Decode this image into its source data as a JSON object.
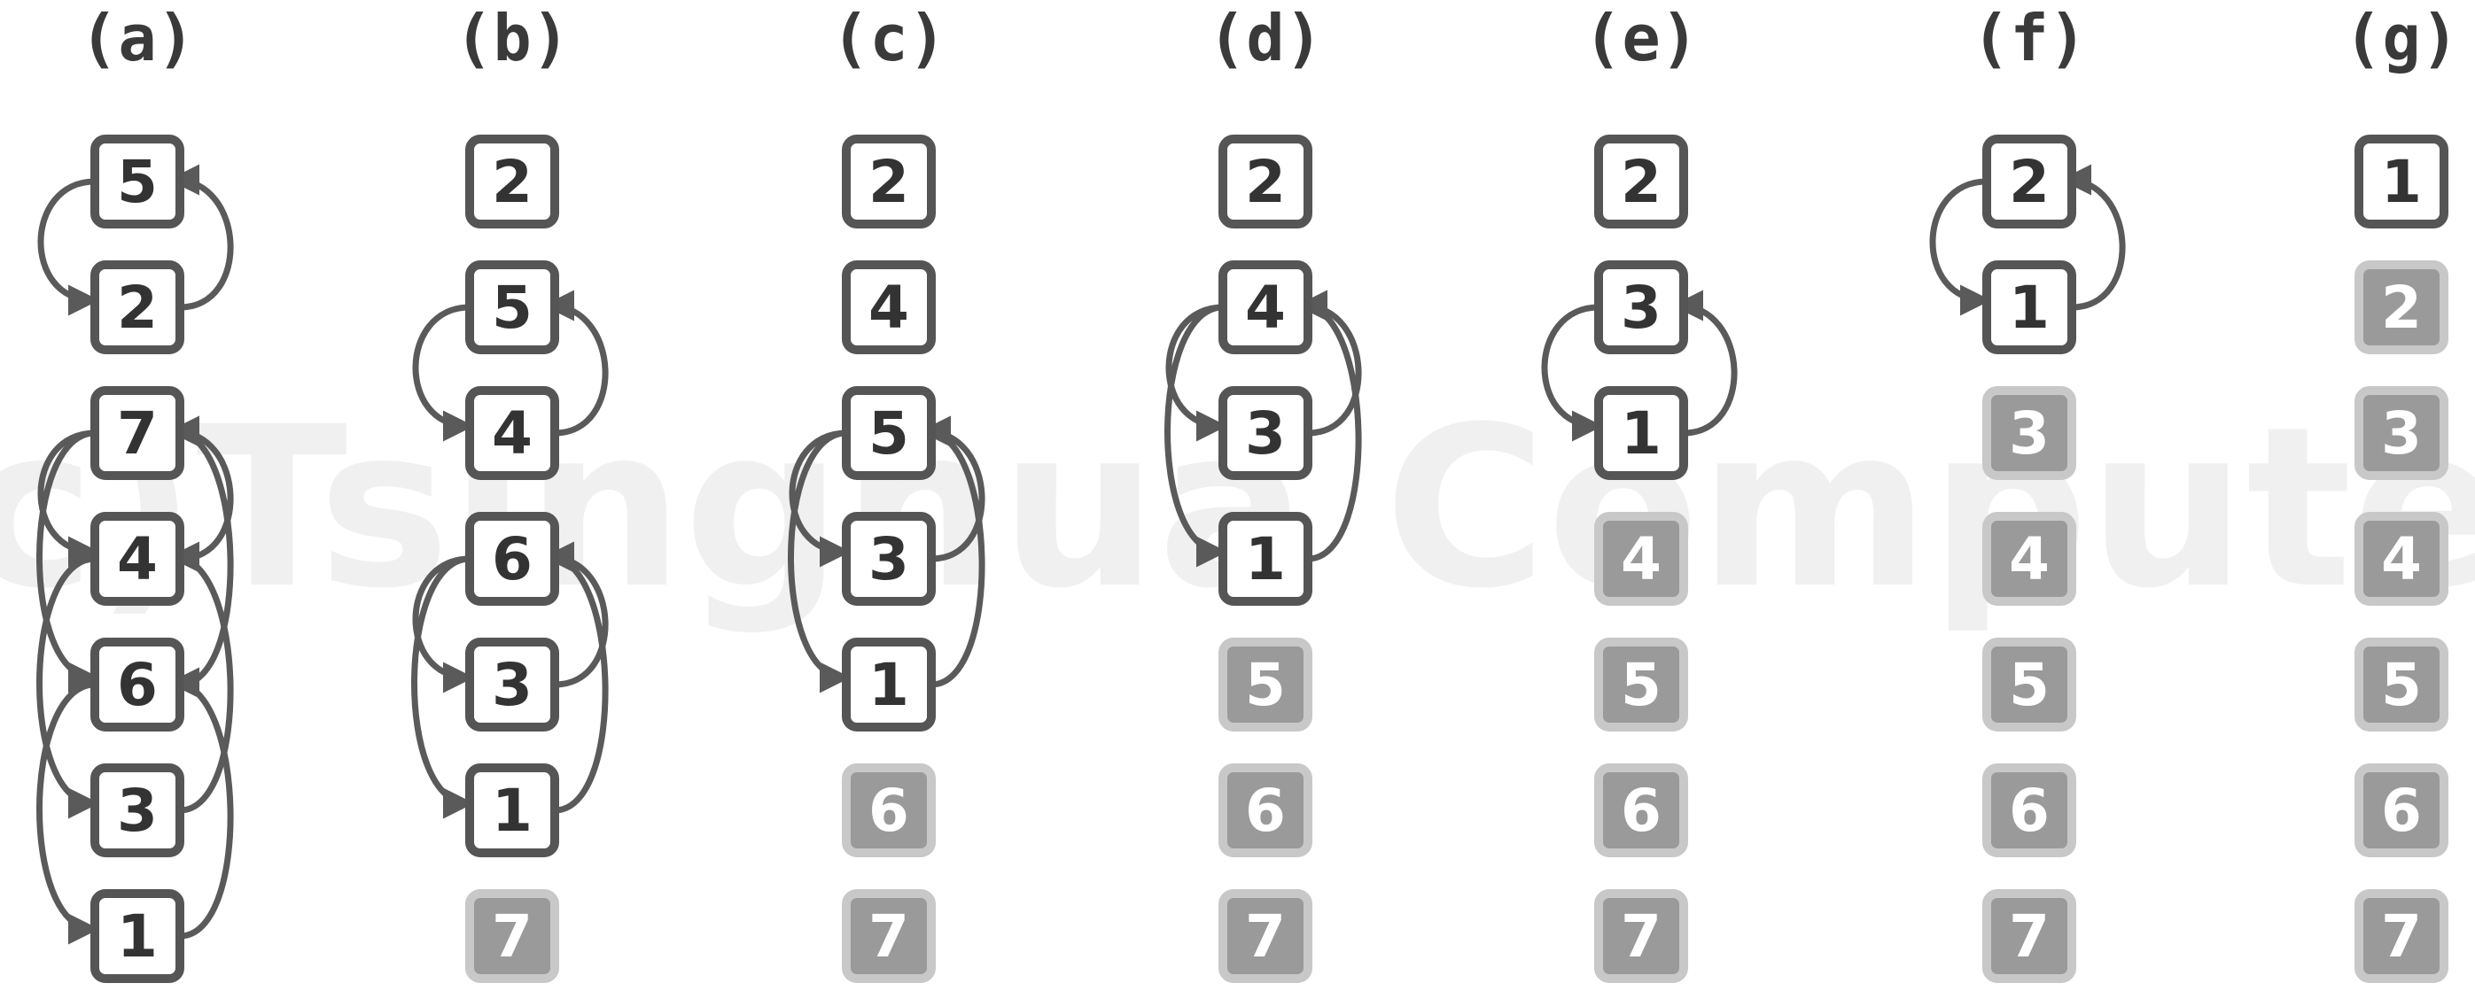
{
  "watermark": "(c)Tsinghua Computer",
  "colors": {
    "active_fill": "#ffffff",
    "active_stroke": "#555555",
    "sorted_fill": "#9a9a9a",
    "sorted_stroke": "#c8c8c8",
    "arrow": "#5a5a5a"
  },
  "columns": [
    {
      "label": "(a)",
      "boxes": [
        {
          "value": "5",
          "state": "active"
        },
        {
          "value": "2",
          "state": "active"
        },
        {
          "value": "7",
          "state": "active"
        },
        {
          "value": "4",
          "state": "active"
        },
        {
          "value": "6",
          "state": "active"
        },
        {
          "value": "3",
          "state": "active"
        },
        {
          "value": "1",
          "state": "active"
        }
      ],
      "links": [
        [
          0,
          1
        ],
        [
          2,
          3
        ],
        [
          2,
          4
        ],
        [
          3,
          5
        ],
        [
          4,
          6
        ]
      ]
    },
    {
      "label": "(b)",
      "boxes": [
        {
          "value": "2",
          "state": "active"
        },
        {
          "value": "5",
          "state": "active"
        },
        {
          "value": "4",
          "state": "active"
        },
        {
          "value": "6",
          "state": "active"
        },
        {
          "value": "3",
          "state": "active"
        },
        {
          "value": "1",
          "state": "active"
        },
        {
          "value": "7",
          "state": "sorted"
        }
      ],
      "links": [
        [
          1,
          2
        ],
        [
          3,
          4
        ],
        [
          3,
          5
        ]
      ]
    },
    {
      "label": "(c)",
      "boxes": [
        {
          "value": "2",
          "state": "active"
        },
        {
          "value": "4",
          "state": "active"
        },
        {
          "value": "5",
          "state": "active"
        },
        {
          "value": "3",
          "state": "active"
        },
        {
          "value": "1",
          "state": "active"
        },
        {
          "value": "6",
          "state": "sorted"
        },
        {
          "value": "7",
          "state": "sorted"
        }
      ],
      "links": [
        [
          2,
          3
        ],
        [
          2,
          4
        ]
      ]
    },
    {
      "label": "(d)",
      "boxes": [
        {
          "value": "2",
          "state": "active"
        },
        {
          "value": "4",
          "state": "active"
        },
        {
          "value": "3",
          "state": "active"
        },
        {
          "value": "1",
          "state": "active"
        },
        {
          "value": "5",
          "state": "sorted"
        },
        {
          "value": "6",
          "state": "sorted"
        },
        {
          "value": "7",
          "state": "sorted"
        }
      ],
      "links": [
        [
          1,
          2
        ],
        [
          1,
          3
        ]
      ]
    },
    {
      "label": "(e)",
      "boxes": [
        {
          "value": "2",
          "state": "active"
        },
        {
          "value": "3",
          "state": "active"
        },
        {
          "value": "1",
          "state": "active"
        },
        {
          "value": "4",
          "state": "sorted"
        },
        {
          "value": "5",
          "state": "sorted"
        },
        {
          "value": "6",
          "state": "sorted"
        },
        {
          "value": "7",
          "state": "sorted"
        }
      ],
      "links": [
        [
          1,
          2
        ]
      ]
    },
    {
      "label": "(f)",
      "boxes": [
        {
          "value": "2",
          "state": "active"
        },
        {
          "value": "1",
          "state": "active"
        },
        {
          "value": "3",
          "state": "sorted"
        },
        {
          "value": "4",
          "state": "sorted"
        },
        {
          "value": "5",
          "state": "sorted"
        },
        {
          "value": "6",
          "state": "sorted"
        },
        {
          "value": "7",
          "state": "sorted"
        }
      ],
      "links": [
        [
          0,
          1
        ]
      ]
    },
    {
      "label": "(g)",
      "boxes": [
        {
          "value": "1",
          "state": "active"
        },
        {
          "value": "2",
          "state": "sorted"
        },
        {
          "value": "3",
          "state": "sorted"
        },
        {
          "value": "4",
          "state": "sorted"
        },
        {
          "value": "5",
          "state": "sorted"
        },
        {
          "value": "6",
          "state": "sorted"
        },
        {
          "value": "7",
          "state": "sorted"
        }
      ],
      "links": []
    }
  ]
}
